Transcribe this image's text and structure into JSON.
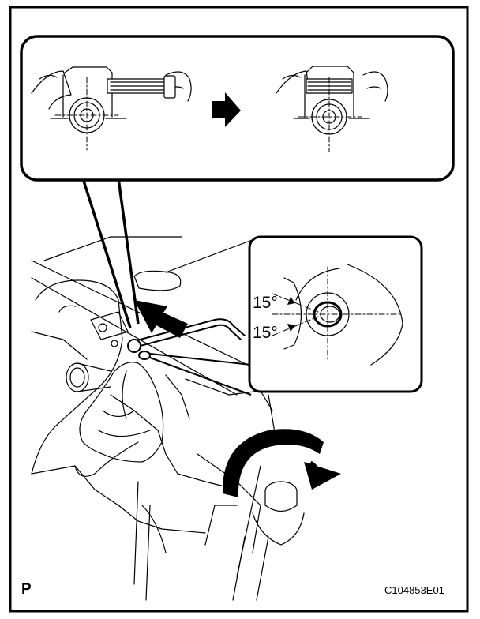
{
  "figure": {
    "page_letter": "P",
    "figure_code": "C104853E01",
    "angle_labels": {
      "upper": "15°",
      "lower": "15°"
    },
    "icons": {
      "direction_arrow": "right-arrow-icon",
      "insert_arrow": "insertion-arrow-icon",
      "rotate_arrow": "rotation-arrow-icon"
    },
    "colors": {
      "ink": "#000000",
      "paper": "#ffffff"
    }
  }
}
